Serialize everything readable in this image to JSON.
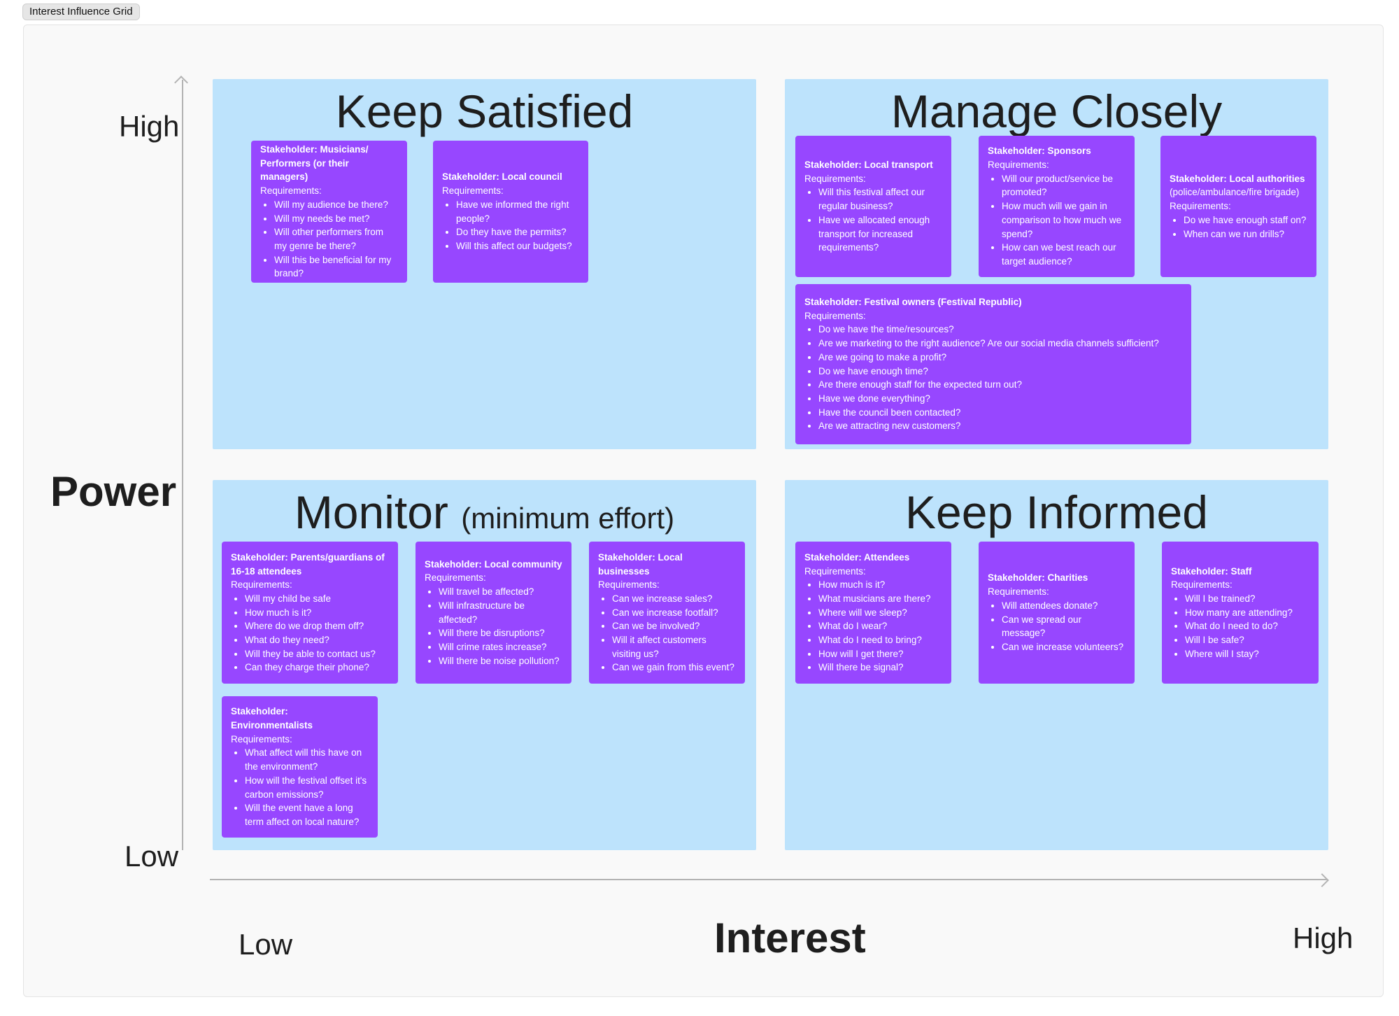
{
  "frame_title": "Interest Influence Grid",
  "axes": {
    "y_title": "Power",
    "y_high": "High",
    "y_low": "Low",
    "x_title": "Interest",
    "x_low": "Low",
    "x_high": "High"
  },
  "colors": {
    "quadrant": "#bde3fc",
    "card": "#9747ff",
    "frame": "#f9f9f9"
  },
  "quadrants": {
    "keep_satisfied": {
      "title": "Keep Satisfied",
      "cards": [
        {
          "stakeholder": "Stakeholder: Musicians/ Performers (or their managers)",
          "req_label": "Requirements:",
          "items": [
            "Will my audience be there?",
            "Will my needs be met?",
            "Will other performers from my genre be there?",
            "Will this be beneficial for my brand?"
          ]
        },
        {
          "stakeholder": "Stakeholder: Local council",
          "req_label": "Requirements:",
          "items": [
            "Have we informed the right people?",
            "Do they have the permits?",
            "Will this affect our budgets?"
          ]
        }
      ]
    },
    "manage_closely": {
      "title": "Manage Closely",
      "cards": [
        {
          "stakeholder": "Stakeholder: Local transport",
          "req_label": "Requirements:",
          "items": [
            "Will this festival affect our regular business?",
            "Have we allocated enough transport for increased requirements?"
          ]
        },
        {
          "stakeholder": "Stakeholder: Sponsors",
          "req_label": "Requirements:",
          "items": [
            "Will our product/service be promoted?",
            "How much will we gain in comparison to how much we spend?",
            "How can we best reach our target audience?"
          ]
        },
        {
          "stakeholder": "Stakeholder: Local authorities",
          "extra": "(police/ambulance/fire brigade)",
          "req_label": "Requirements:",
          "items": [
            "Do we have enough staff on?",
            "When can we run drills?"
          ]
        },
        {
          "stakeholder": "Stakeholder: Festival owners (Festival Republic)",
          "req_label": "Requirements:",
          "items": [
            "Do we have the time/resources?",
            "Are we marketing to the right audience? Are our social media channels sufficient?",
            "Are we going to make a profit?",
            "Do we have enough time?",
            "Are there enough staff for the expected turn out?",
            "Have we done everything?",
            "Have the council been contacted?",
            "Are we attracting new customers?"
          ]
        }
      ]
    },
    "monitor": {
      "title": "Monitor",
      "subtitle": "(minimum effort)",
      "cards": [
        {
          "stakeholder": "Stakeholder: Parents/guardians of 16-18 attendees",
          "req_label": "Requirements:",
          "items": [
            "Will my child be safe",
            "How much is it?",
            "Where do we drop them off?",
            "What do they need?",
            "Will they be able to contact us?",
            "Can they charge their phone?"
          ]
        },
        {
          "stakeholder": "Stakeholder: Local community",
          "req_label": "Requirements:",
          "items": [
            "Will travel be affected?",
            "Will infrastructure be affected?",
            "Will there be disruptions?",
            "Will crime rates increase?",
            "Will there be noise pollution?"
          ]
        },
        {
          "stakeholder": "Stakeholder: Local businesses",
          "req_label": "Requirements:",
          "items": [
            "Can we increase sales?",
            "Can we increase footfall?",
            "Can we be involved?",
            "Will it affect customers visiting us?",
            "Can we gain from this event?"
          ]
        },
        {
          "stakeholder": "Stakeholder: Environmentalists",
          "req_label": "Requirements:",
          "items": [
            "What affect will this have on the environment?",
            "How will the festival offset it's carbon emissions?",
            "Will the event have a long term affect on local nature?"
          ]
        }
      ]
    },
    "keep_informed": {
      "title": "Keep Informed",
      "cards": [
        {
          "stakeholder": "Stakeholder: Attendees",
          "req_label": "Requirements:",
          "items": [
            "How much is it?",
            "What musicians are there?",
            "Where will we sleep?",
            "What do I wear?",
            "What do I need to bring?",
            "How will I get there?",
            "Will there be signal?"
          ]
        },
        {
          "stakeholder": "Stakeholder: Charities",
          "req_label": "Requirements:",
          "items": [
            "Will attendees donate?",
            "Can we spread our message?",
            "Can we increase volunteers?"
          ]
        },
        {
          "stakeholder": "Stakeholder: Staff",
          "req_label": "Requirements:",
          "items": [
            "Will I be trained?",
            "How many are attending?",
            "What do I need to do?",
            "Will I be safe?",
            "Where will I stay?"
          ]
        }
      ]
    }
  }
}
